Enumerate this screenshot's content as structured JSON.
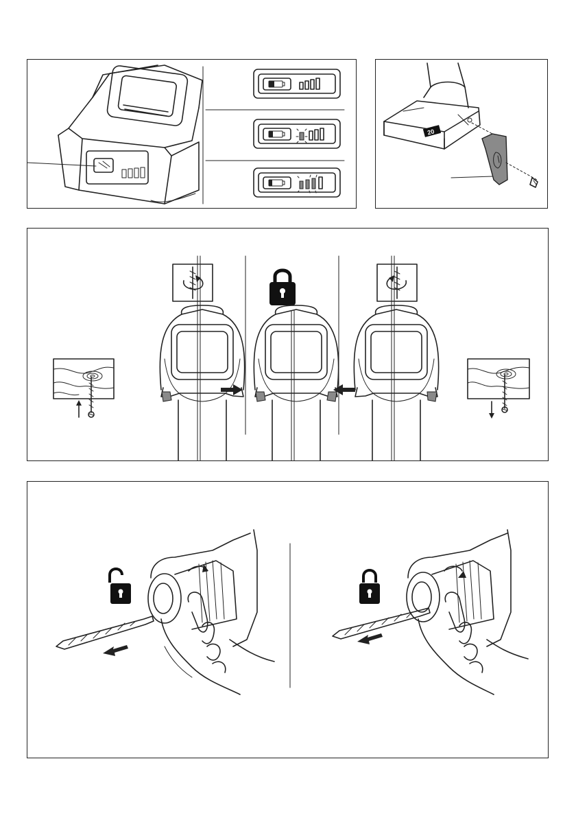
{
  "document": {
    "figures": [
      {
        "id": "battery-indicator",
        "led_states": [
          "full",
          "one-blinking",
          "multiple-blinking"
        ]
      },
      {
        "id": "belt-hook"
      },
      {
        "id": "rotation-switch",
        "icons": [
          "rotate-clockwise-icon",
          "lock-icon",
          "rotate-counterclockwise-icon"
        ]
      },
      {
        "id": "keyless-chuck",
        "icons": [
          "unlock-icon",
          "lock-icon"
        ]
      }
    ],
    "battery_label_text": "20",
    "colors": {
      "line": "#222222",
      "gray": "#8a8a8a",
      "black": "#111111"
    }
  }
}
